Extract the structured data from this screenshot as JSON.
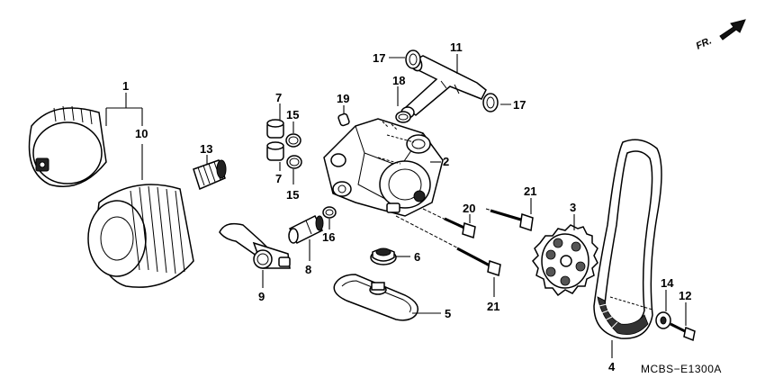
{
  "diagram": {
    "direction_marker": "FR.",
    "drawing_code": "MCBS−E1300A",
    "callouts": {
      "c1": "1",
      "c10": "10",
      "c13": "13",
      "c7a": "7",
      "c15a": "15",
      "c7b": "7",
      "c15b": "15",
      "c19": "19",
      "c18": "18",
      "c17a": "17",
      "c11": "11",
      "c17b": "17",
      "c2": "2",
      "c21a": "21",
      "c20": "20",
      "c16": "16",
      "c9": "9",
      "c8": "8",
      "c6": "6",
      "c5": "5",
      "c21b": "21",
      "c3": "3",
      "c14": "14",
      "c12": "12",
      "c4": "4"
    }
  }
}
